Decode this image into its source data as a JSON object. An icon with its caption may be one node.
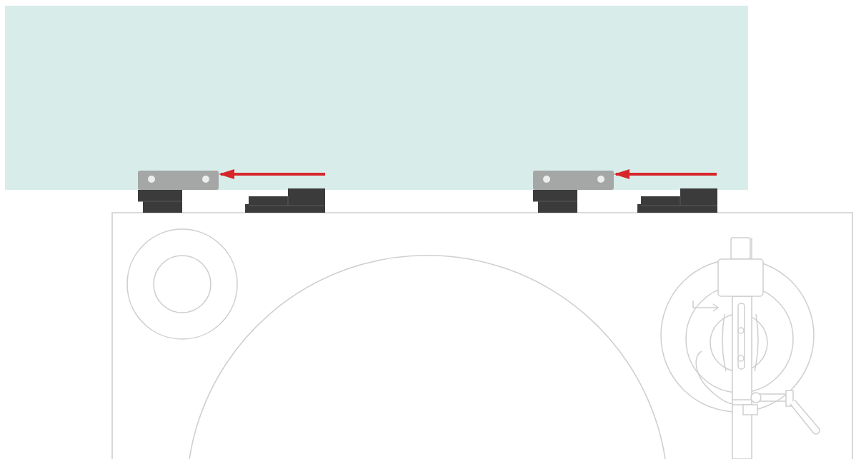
{
  "diagram": {
    "nodes": [
      {
        "text": [],
        "shape": "picture"
      },
      {
        "text": [],
        "shape": "picture"
      },
      {
        "text": [],
        "shape": "picture"
      },
      {
        "text": [],
        "shape": "picture"
      }
    ],
    "edges": [
      {
        "from": null,
        "to": 0,
        "arrow": "to"
      },
      {
        "from": null,
        "to": 2,
        "arrow": "to"
      }
    ]
  }
}
